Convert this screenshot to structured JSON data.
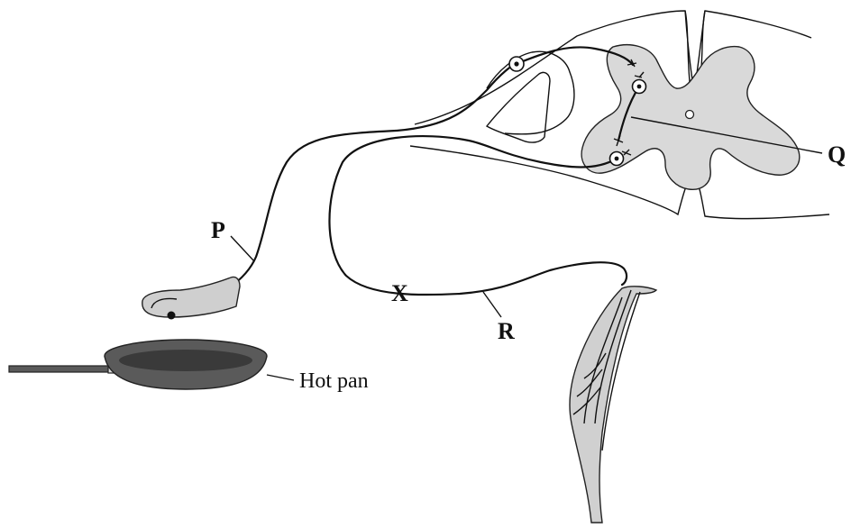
{
  "labels": {
    "p": "P",
    "q": "Q",
    "r": "R",
    "x": "X",
    "hot_pan": "Hot pan"
  },
  "colors": {
    "grey_matter": "#d9d9d9",
    "pan_body": "#5a5a5a",
    "pan_interior": "#3a3a3a",
    "finger": "#cfcfcf",
    "muscle": "#d0d0d0",
    "ink": "#111111"
  },
  "icons": [
    "spinal-cord-cross-section",
    "finger",
    "hot-pan",
    "effector-muscle"
  ]
}
